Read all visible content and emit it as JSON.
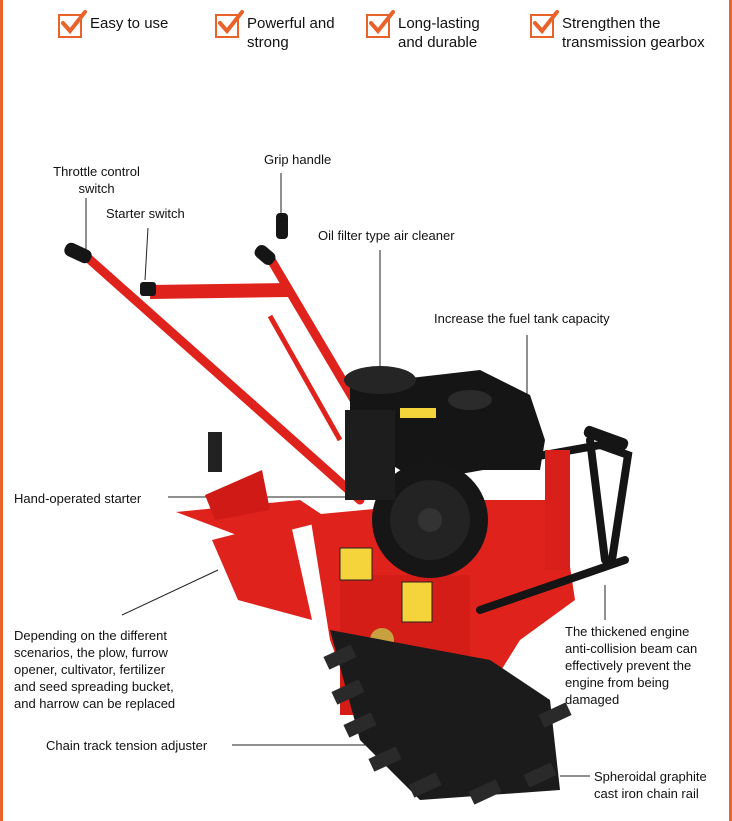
{
  "features": [
    {
      "text": "Easy to use",
      "icon": "check-icon"
    },
    {
      "text": "Powerful and\nstrong",
      "icon": "check-icon"
    },
    {
      "text": "Long-lasting\nand durable",
      "icon": "check-icon"
    },
    {
      "text": "Strengthen the\ntransmission gearbox",
      "icon": "check-icon"
    }
  ],
  "labels": {
    "throttle": "Throttle control\nswitch",
    "starter_switch": "Starter switch",
    "grip_handle": "Grip handle",
    "air_cleaner": "Oil filter type air cleaner",
    "fuel_tank": "Increase the fuel tank capacity",
    "hand_starter": "Hand-operated starter",
    "attachments": "Depending on the different\nscenarios, the plow, furrow\nopener, cultivator, fertilizer\nand seed spreading bucket,\nand harrow can be replaced",
    "beam": "The thickened engine\nanti-collision beam can\neffectively prevent the\nengine from being\ndamaged",
    "tension": "Chain track tension adjuster",
    "chain_rail": "Spheroidal graphite\ncast iron chain rail"
  },
  "colors": {
    "accent": "#e8622a",
    "machine_red": "#e0221c",
    "engine_black": "#151515"
  }
}
